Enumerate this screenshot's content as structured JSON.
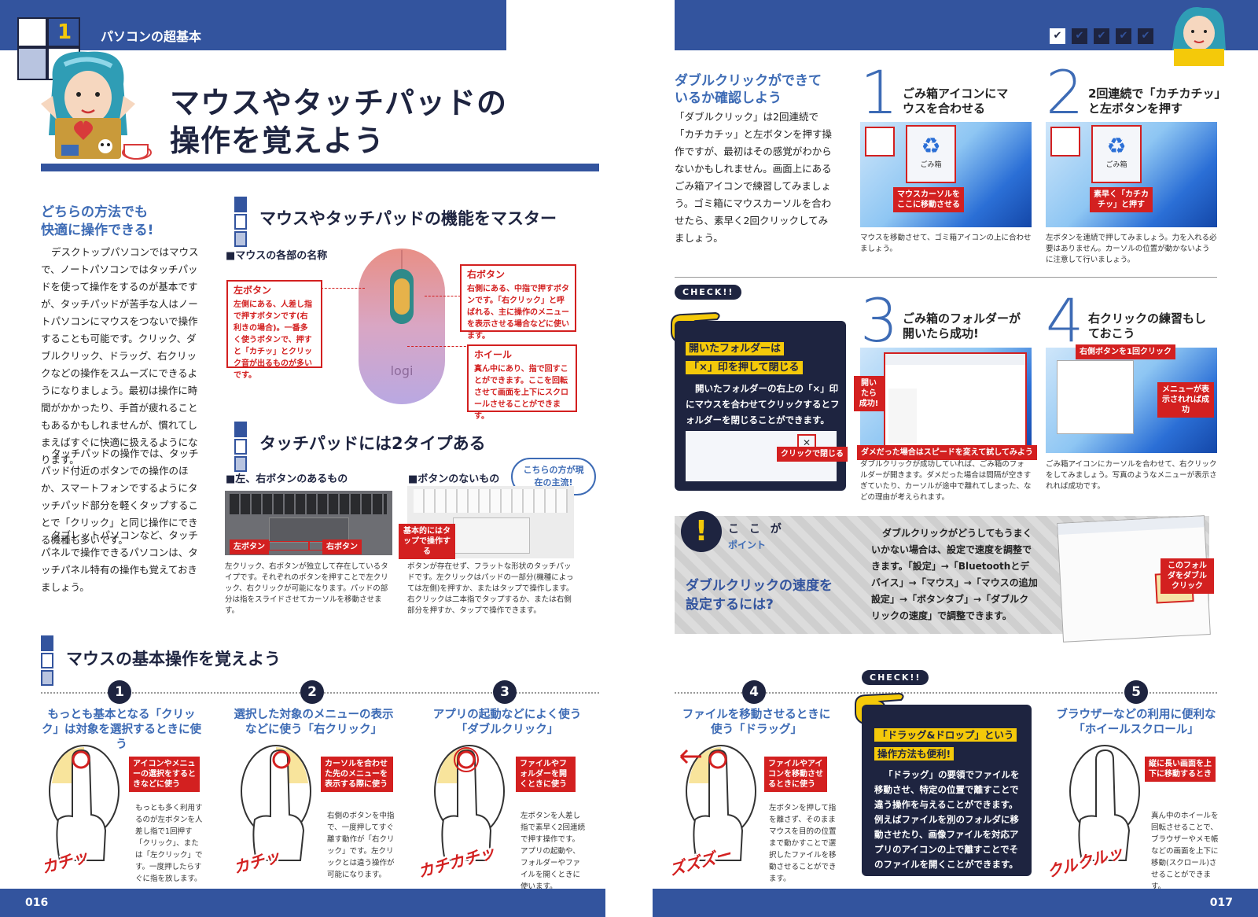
{
  "header": {
    "chapter_number": "1",
    "chapter_title": "パソコンの超基本"
  },
  "title": {
    "line1": "マウスやタッチパッドの",
    "line2": "操作を覚えよう"
  },
  "intro": {
    "heading_line1": "どちらの方法でも",
    "heading_line2": "快適に操作できる!",
    "paragraph1": "デスクトップパソコンではマウスで、ノートパソコンではタッチパッドを使って操作をするのが基本ですが、タッチパッドが苦手な人はノートパソコンにマウスをつないで操作することも可能です。クリック、ダブルクリック、ドラッグ、右クリックなどの操作をスムーズにできるようになりましょう。最初は操作に時間がかかったり、手首が疲れることもあるかもしれませんが、慣れてしまえばすぐに快適に扱えるようになります。",
    "paragraph2": "タッチパッドの操作では、タッチパッド付近のボタンでの操作のほか、スマートフォンでするようにタッチパッド部分を軽くタップすることで「クリック」と同じ操作にできる機種も多いです。",
    "paragraph3": "タブレットパソコンなど、タッチパネルで操作できるパソコンは、タッチパネル特有の操作も覚えておきましょう。"
  },
  "mouse_section": {
    "heading": "マウスやタッチパッドの機能をマスター",
    "subheading": "■マウスの各部の名称",
    "left_button": {
      "title": "左ボタン",
      "text": "左側にある、人差し指で押すボタンです(右利きの場合)。一番多く使うボタンで、押すと「カチッ」とクリック音が出るものが多いです。"
    },
    "right_button": {
      "title": "右ボタン",
      "text": "右側にある、中指で押すボタンです。「右クリック」と呼ばれる、主に操作のメニューを表示させる場合などに使います。"
    },
    "wheel": {
      "title": "ホイール",
      "text": "真ん中にあり、指で回すことができます。ここを回転させて画面を上下にスクロールさせることができます。"
    },
    "brand": "logi"
  },
  "touchpad_section": {
    "heading": "タッチパッドには2タイプある",
    "type1_label": "■左、右ボタンのあるもの",
    "type2_label": "■ボタンのないもの",
    "bubble": "こちらの方が現在の主流!",
    "tag_left": "左ボタン",
    "tag_right": "右ボタン",
    "tag_tap": "基本的にはタップで操作する",
    "type1_desc": "左クリック、右ボタンが独立して存在しているタイプです。それぞれのボタンを押すことで左クリック、右クリックが可能になります。パッドの部分は指をスライドさせてカーソルを移動させます。",
    "type2_desc": "ボタンが存在せず、フラットな形状のタッチパッドです。左クリックはパッドの一部分(機種によっては左側)を押すか、またはタップで操作します。右クリックは二本指でタップするか、または右側部分を押すか、タップで操作できます。"
  },
  "double_click": {
    "heading_line1": "ダブルクリックができて",
    "heading_line2": "いるか確認しよう",
    "text": "「ダブルクリック」は2回連続で「カチカチッ」と左ボタンを押す操作ですが、最初はその感覚がわからないかもしれません。画面上にあるごみ箱アイコンで練習してみましょう。ゴミ箱にマウスカーソルを合わせたら、素早く2回クリックしてみましょう。",
    "steps": [
      {
        "num": "1",
        "title": "ごみ箱アイコンにマウスを合わせる",
        "tag": "マウスカーソルをここに移動させる",
        "caption": "マウスを移動させて、ゴミ箱アイコンの上に合わせましょう。"
      },
      {
        "num": "2",
        "title": "2回連続で「カチカチッ」と左ボタンを押す",
        "tag": "素早く「カチカチッ」と押す",
        "caption": "左ボタンを連続で押してみましょう。力を入れる必要はありません。カーソルの位置が動かないように注意して行いましょう。"
      },
      {
        "num": "3",
        "title": "ごみ箱のフォルダーが開いたら成功!",
        "tag": "開いたら成功!",
        "tag2": "ダメだった場合はスピードを変えて試してみよう",
        "caption": "ダブルクリックが成功していれば、ごみ箱のフォルダーが開きます。ダメだった場合は間隔が空きすぎていたり、カーソルが途中で離れてしまった、などの理由が考えられます。"
      },
      {
        "num": "4",
        "title": "右クリックの練習もしておこう",
        "tag": "右側ボタンを1回クリック",
        "tag2": "メニューが表示されれば成功",
        "caption": "ごみ箱アイコンにカーソルを合わせて、右クリックをしてみましょう。写真のようなメニューが表示されれば成功です。"
      }
    ],
    "trash_label": "ごみ箱"
  },
  "check1": {
    "badge": "CHECK!!",
    "line1": "開いたフォルダーは",
    "line2": "「×」印を押して閉じる",
    "text": "開いたフォルダーの右上の「×」印にマウスを合わせてクリックするとフォルダーを閉じることができます。",
    "tag": "クリックで閉じる"
  },
  "point": {
    "label_top": "こ こ が",
    "label_bottom": "ポイント",
    "heading_line1": "ダブルクリックの速度を",
    "heading_line2": "設定するには?",
    "text": "ダブルクリックがどうしてもうまくいかない場合は、設定で速度を調整できます。「設定」→「Bluetoothとデバイス」→「マウス」→「マウスの追加設定」→「ボタンタブ」→「ダブルクリックの速度」で調整できます。",
    "tag": "このフォルダをダブルクリック"
  },
  "basic_ops": {
    "heading": "マウスの基本操作を覚えよう",
    "ops": [
      {
        "num": "1",
        "title": "もっとも基本となる「クリック」は対象を選択するときに使う",
        "tag": "アイコンやメニューの選択をするときなどに使う",
        "desc": "もっとも多く利用するのが左ボタンを人差し指で1回押す「クリック」、または「左クリック」です。一度押したらすぐに指を放します。",
        "sound": "カチッ"
      },
      {
        "num": "2",
        "title": "選択した対象のメニューの表示などに使う「右クリック」",
        "tag": "カーソルを合わせた先のメニューを表示する際に使う",
        "desc": "右側のボタンを中指で、一度押してすぐ離す動作が「右クリック」です。左クリックとは違う操作が可能になります。",
        "sound": "カチッ"
      },
      {
        "num": "3",
        "title": "アプリの起動などによく使う「ダブルクリック」",
        "tag": "ファイルやフォルダーを開くときに使う",
        "desc": "左ボタンを人差し指で素早く2回連続で押す操作です。アプリの起動や、フォルダーやファイルを開くときに使います。",
        "sound": "カチカチッ"
      },
      {
        "num": "4",
        "title": "ファイルを移動させるときに使う「ドラッグ」",
        "tag": "ファイルやアイコンを移動させるときに使う",
        "desc": "左ボタンを押して指を離さず、そのままマウスを目的の位置まで動かすことで選択したファイルを移動させることができます。",
        "sound": "ズズズー"
      },
      {
        "num": "5",
        "title": "ブラウザーなどの利用に便利な「ホイールスクロール」",
        "tag": "縦に長い画面を上下に移動するとき",
        "desc": "真ん中のホイールを回転させることで、ブラウザーやメモ帳などの画面を上下に移動(スクロール)させることができます。",
        "sound": "クルクルッ"
      }
    ]
  },
  "check2": {
    "badge": "CHECK!!",
    "line1": "「ドラッグ&ドロップ」という",
    "line2": "操作方法も便利!",
    "text": "「ドラッグ」の要領でファイルを移動させ、特定の位置で離すことで違う操作を与えることができます。例えばファイルを別のフォルダに移動させたり、画像ファイルを対応アプリのアイコンの上で離すことでそのファイルを開くことができます。"
  },
  "footer": {
    "page_left": "016",
    "page_right": "017"
  },
  "colors": {
    "navy": "#33549e",
    "dark": "#1e2440",
    "accent_red": "#d32020",
    "accent_blue": "#3d6bb5",
    "yellow": "#f4c90a"
  }
}
